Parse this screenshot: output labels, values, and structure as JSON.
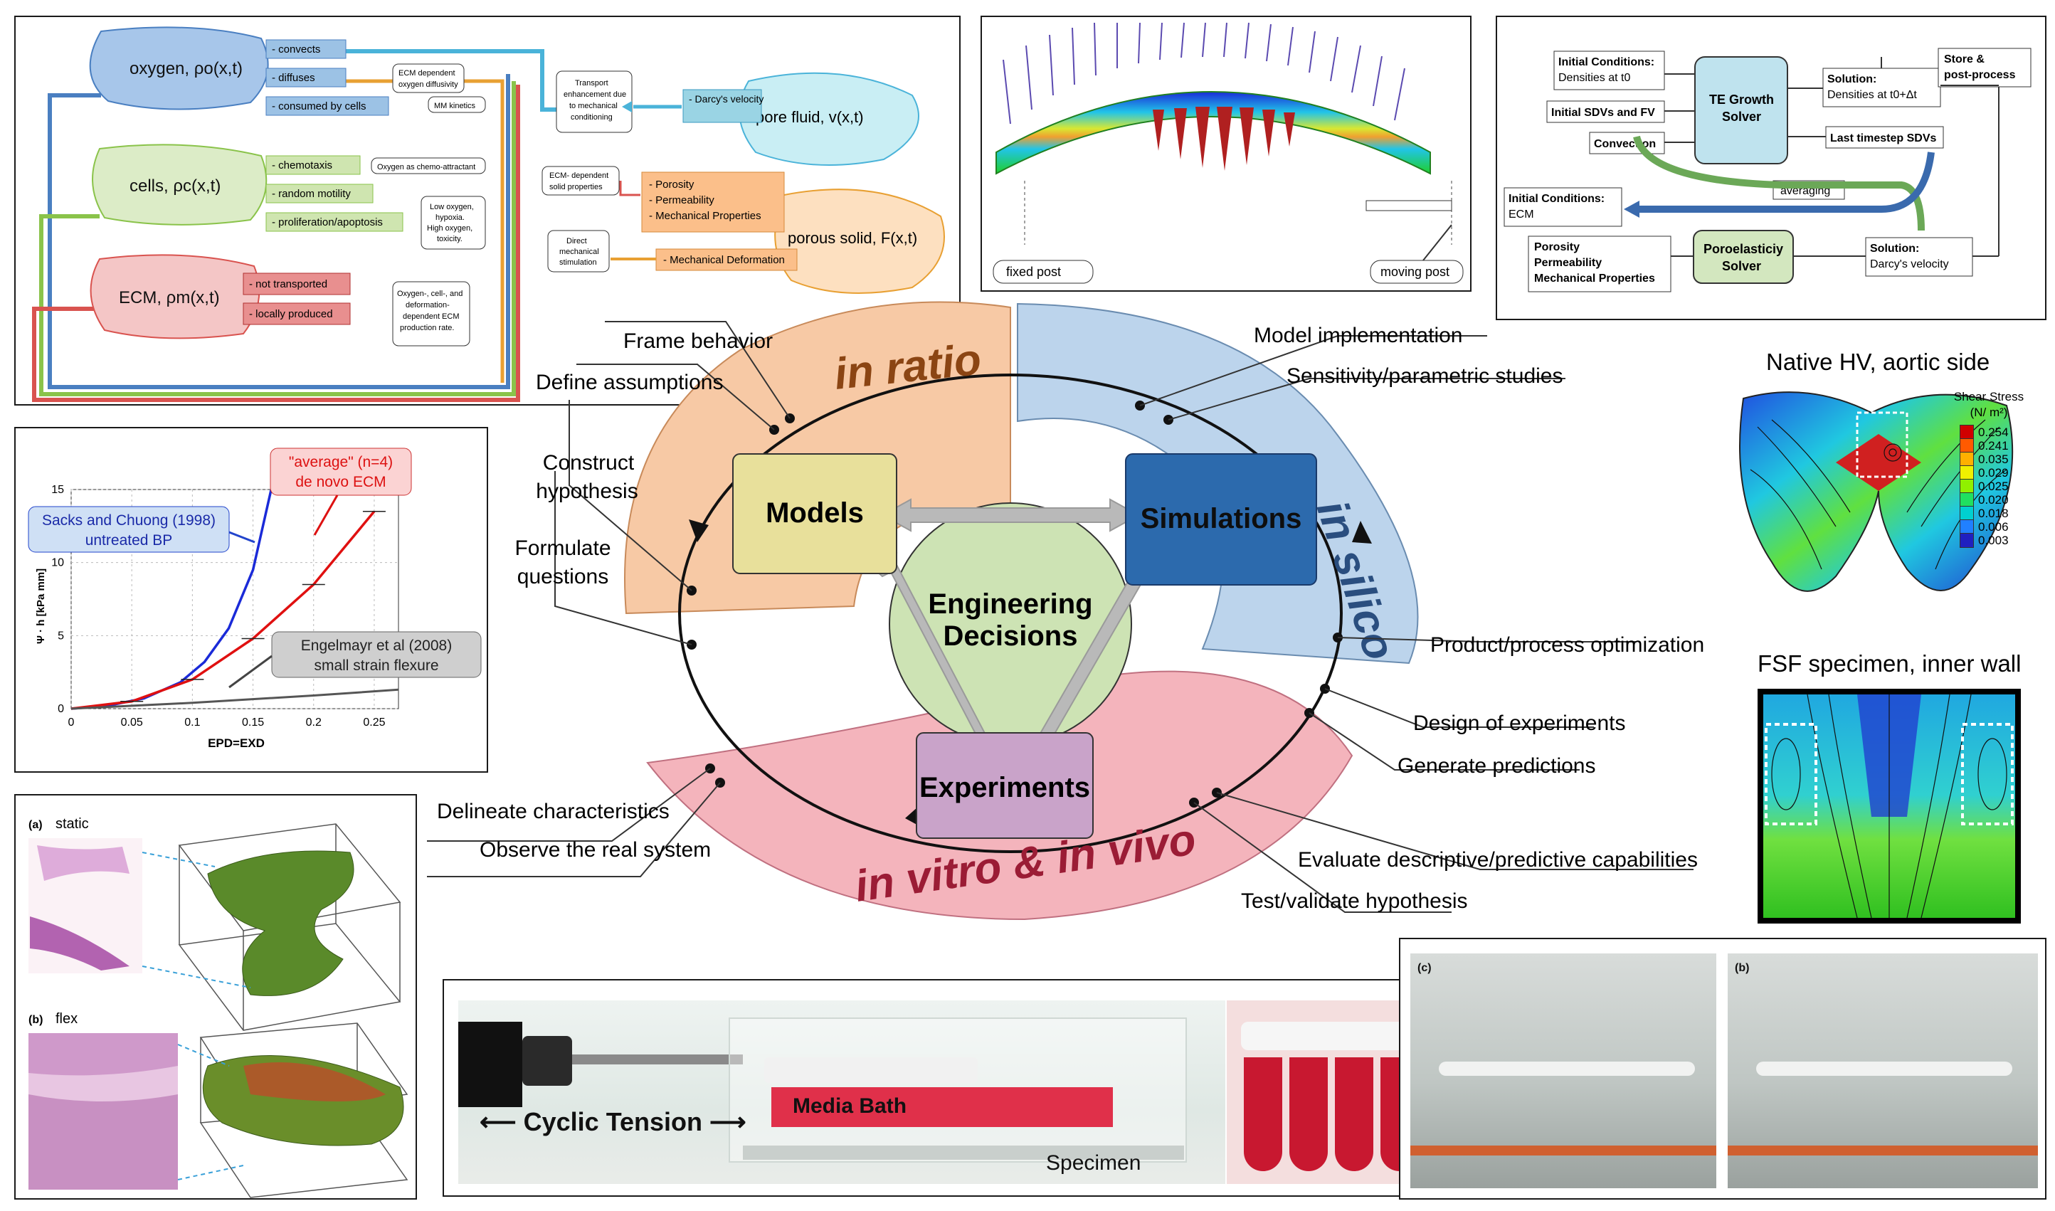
{
  "colors": {
    "ratio_fill": "#f7c9a5",
    "silico_fill": "#bcd4ec",
    "vitro_fill": "#f4b4bc",
    "models_box": "#e8e09b",
    "simulations_box": "#2c6aad",
    "experiments_box": "#c9a3c9",
    "center_circle": "#cde3b4",
    "ratio_text": "#8b4513",
    "silico_text": "#2a4e7f",
    "vitro_text": "#9b1c35"
  },
  "cycle": {
    "zones": {
      "ratio": "in ratio",
      "silico": "in silico",
      "vitro": "in vitro & in vivo"
    },
    "boxes": {
      "models": "Models",
      "simulations": "Simulations",
      "experiments": "Experiments"
    },
    "center": {
      "line1": "Engineering",
      "line2": "Decisions"
    },
    "labels": {
      "frame_behavior": "Frame behavior",
      "define_assumptions": "Define assumptions",
      "construct_hypothesis_1": "Construct",
      "construct_hypothesis_2": "hypothesis",
      "formulate_questions_1": "Formulate",
      "formulate_questions_2": "questions",
      "model_implementation": "Model implementation",
      "sensitivity": "Sensitivity/parametric studies",
      "product_optimization": "Product/process optimization",
      "design_experiments": "Design of experiments",
      "generate_predictions": "Generate predictions",
      "evaluate_capabilities": "Evaluate descriptive/predictive capabilities",
      "test_validate": "Test/validate hypothesis",
      "delineate": "Delineate characteristics",
      "observe": "Observe the real system"
    }
  },
  "transport": {
    "oxygen": "oxygen, ρo(x,t)",
    "cells": "cells, ρc(x,t)",
    "ecm": "ECM, ρm(x,t)",
    "pore_fluid": "pore fluid, v(x,t)",
    "porous_solid": "porous solid, F(x,t)",
    "convects": "- convects",
    "diffuses": "- diffuses",
    "consumed": "- consumed by cells",
    "chemotaxis": "- chemotaxis",
    "random_motility": "- random motility",
    "proliferation": "- proliferation/apoptosis",
    "not_transported": "- not transported",
    "locally_produced": "- locally produced",
    "darcy": "- Darcy's velocity",
    "porosity": "- Porosity",
    "permeability": "- Permeability",
    "mech_props": "- Mechanical Properties",
    "mech_deform": "- Mechanical Deformation",
    "note_transport_1": "Transport",
    "note_transport_2": "enhancement due",
    "note_transport_3": "to mechanical",
    "note_transport_4": "conditioning",
    "note_ecm_oxy_1": "ECM dependent",
    "note_ecm_oxy_2": "oxygen diffusivity",
    "note_mm": "MM kinetics",
    "note_chemo": "Oxygen as chemo-attractant",
    "note_low_oxy_1": "Low oxygen,",
    "note_low_oxy_2": "hypoxia.",
    "note_low_oxy_3": "High oxygen,",
    "note_low_oxy_4": "toxicity.",
    "note_ecm_solid_1": "ECM- dependent",
    "note_ecm_solid_2": "solid properties",
    "note_direct_1": "Direct",
    "note_direct_2": "mechanical",
    "note_direct_3": "stimulation",
    "note_prod_1": "Oxygen-, cell-, and",
    "note_prod_2": "deformation-",
    "note_prod_3": "dependent ECM",
    "note_prod_4": "production rate."
  },
  "fem": {
    "fixed_post": "fixed post",
    "moving_post": "moving post"
  },
  "flowchart": {
    "init_cond_1": "Initial Conditions:",
    "init_cond_2": "Densities at t0",
    "init_sdvs": "Initial SDVs and FV",
    "convection": "Convection",
    "te_solver_1": "TE Growth",
    "te_solver_2": "Solver",
    "solution_1_a": "Solution:",
    "solution_1_b": "Densities at t0+Δt",
    "last_sdvs": "Last timestep SDVs",
    "store_1": "Store &",
    "store_2": "post-process",
    "averaging": "averaging",
    "init_ecm_1": "Initial Conditions:",
    "init_ecm_2": "ECM",
    "props_1": "Porosity",
    "props_2": "Permeability",
    "props_3": "Mechanical Properties",
    "poro_solver_1": "Poroelasticiy",
    "poro_solver_2": "Solver",
    "solution_2_a": "Solution:",
    "solution_2_b": "Darcy's velocity"
  },
  "strain_plot": {
    "label_average_1": "\"average\" (n=4)",
    "label_average_2": "de novo ECM",
    "label_sacks_1": "Sacks and Chuong (1998)",
    "label_sacks_2": "untreated BP",
    "label_engelmayr_1": "Engelmayr et al (2008)",
    "label_engelmayr_2": "small strain flexure",
    "ylabel": "Ψ · h [kPa mm]",
    "xlabel": "EPD=EXD",
    "xticks": [
      "0",
      "0.05",
      "0.1",
      "0.15",
      "0.2",
      "0.25"
    ],
    "yticks": [
      "0",
      "5",
      "10",
      "15"
    ]
  },
  "chart_data": {
    "type": "line",
    "xlabel": "EPD=EXD",
    "ylabel": "Ψ · h [kPa mm]",
    "xlim": [
      0,
      0.27
    ],
    "ylim": [
      0,
      15
    ],
    "series": [
      {
        "name": "Sacks and Chuong (1998) untreated BP",
        "x": [
          0,
          0.03,
          0.06,
          0.09,
          0.11,
          0.13,
          0.15,
          0.165
        ],
        "y": [
          0,
          0.2,
          0.7,
          1.8,
          3.2,
          5.5,
          9.5,
          15
        ]
      },
      {
        "name": "\"average\" (n=4) de novo ECM",
        "x": [
          0,
          0.05,
          0.1,
          0.15,
          0.2,
          0.25
        ],
        "y": [
          0,
          0.5,
          2.0,
          4.8,
          8.5,
          13.5
        ]
      },
      {
        "name": "Engelmayr et al (2008) small strain flexure",
        "x": [
          0,
          0.1,
          0.2,
          0.27
        ],
        "y": [
          0,
          0.4,
          0.9,
          1.3
        ]
      }
    ]
  },
  "shear": {
    "title_hv": "Native HV, aortic side",
    "legend_title_1": "Shear Stress",
    "legend_title_2": "(N/ m²)",
    "legend_values": [
      "0.254",
      "0.241",
      "0.035",
      "0.029",
      "0.025",
      "0.020",
      "0.018",
      "0.006",
      "0.003"
    ],
    "legend_colors": [
      "#d00000",
      "#ff5a00",
      "#ffb000",
      "#f0f000",
      "#90f000",
      "#20e060",
      "#00d0d0",
      "#2080ff",
      "#2020c0"
    ],
    "title_fsf": "FSF specimen, inner wall"
  },
  "histology": {
    "label_a": "(a)",
    "static": "static",
    "label_b": "(b)",
    "flex": "flex"
  },
  "bioreactor": {
    "cyclic": "Cyclic Tension",
    "media": "Media Bath",
    "specimen": "Specimen"
  },
  "chambers": {
    "label_c": "(c)",
    "label_b": "(b)"
  }
}
